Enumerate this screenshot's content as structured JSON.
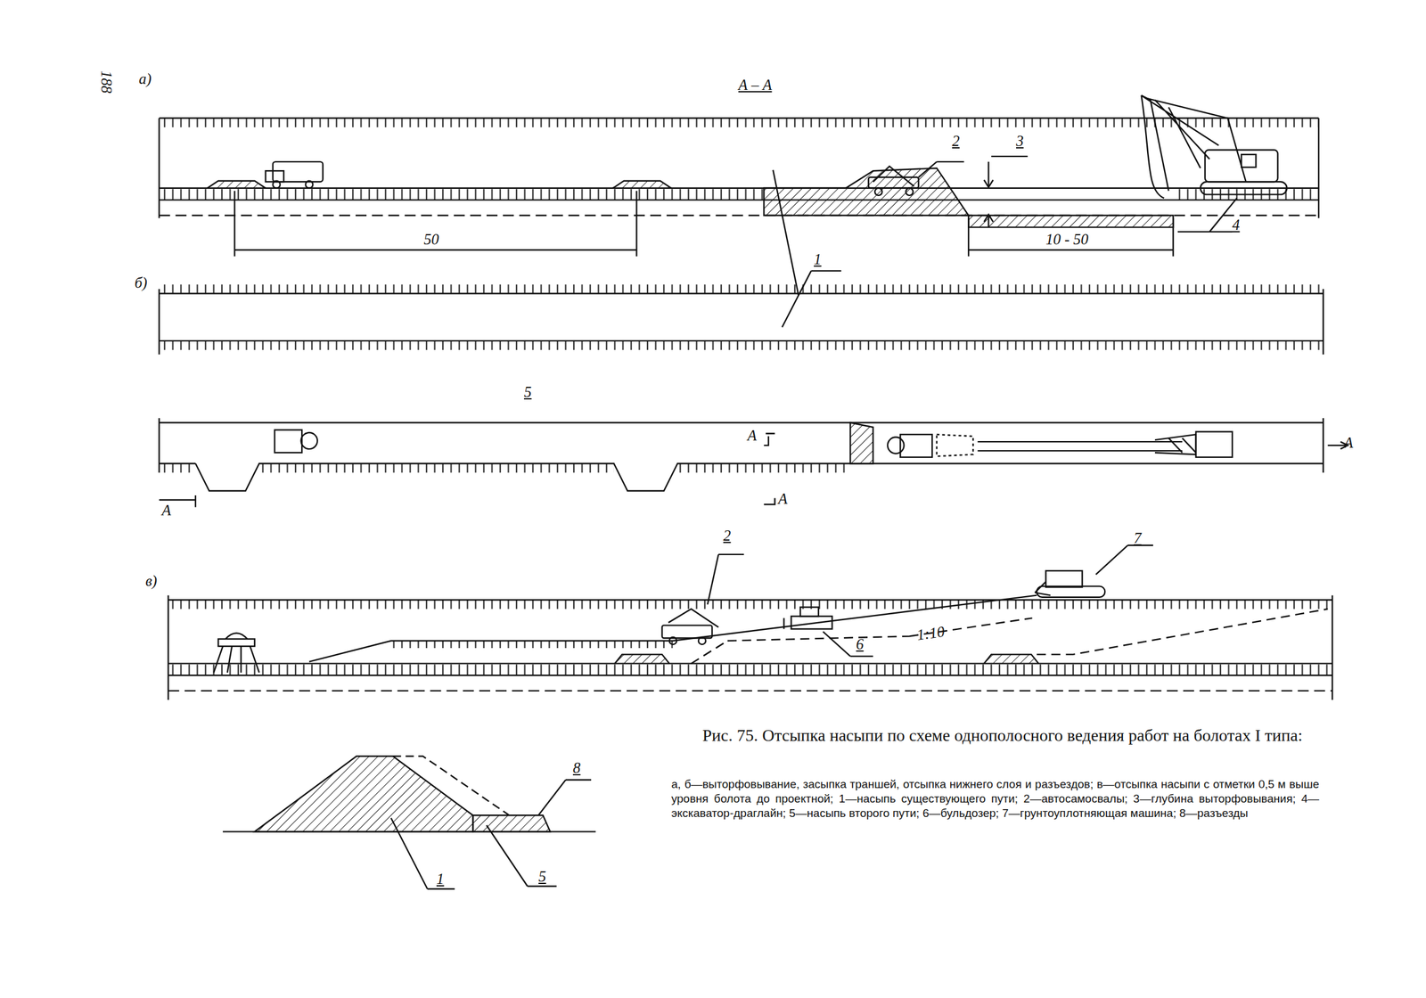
{
  "diagram": {
    "title": "Рис. 75. Отсыпка насыпи по схеме однополосного ведения работ на болотах I типа:",
    "caption": "а, б—выторфовывание, засыпка траншей, отсыпка нижнего слоя и разъездов; в—отсыпка насыпи с отметки 0,5 м выше уровня болота до проектной; 1—насыпь существующего пути; 2—автосамосвалы; 3—глубина выторфовывания; 4—экскаватор-драглайн; 5—насыпь второго пути; 6—бульдозер; 7—грунтоуплотняющая машина; 8—разъезды",
    "labels": [
      "188",
      "а)",
      "А – А",
      "2",
      "3",
      "50",
      "10 - 50",
      "4",
      "1",
      "б)",
      "5",
      "А",
      "А",
      "А",
      "А",
      "в)",
      "2",
      "7",
      "6",
      "1:10",
      "8",
      "5",
      "1"
    ]
  }
}
